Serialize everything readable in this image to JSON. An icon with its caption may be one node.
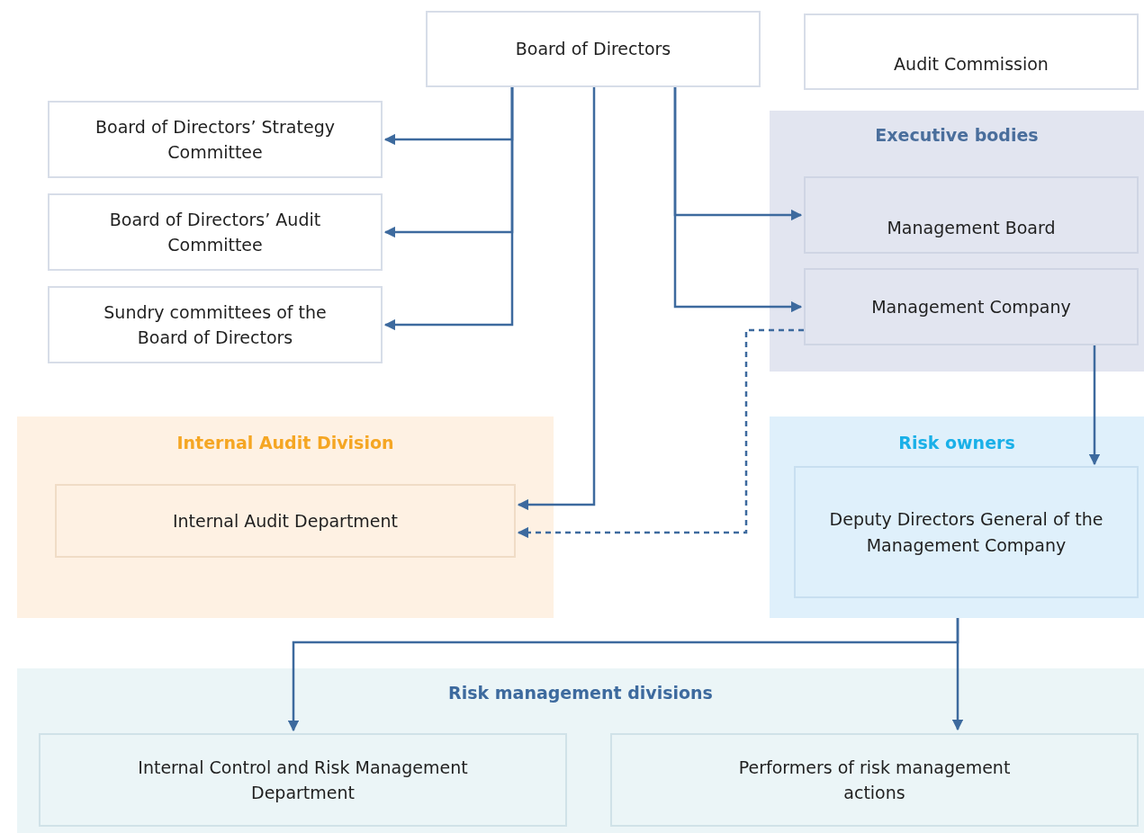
{
  "diagram": {
    "nodes": [
      {
        "text": [
          "Board of Directors"
        ]
      },
      {
        "text": [
          "Audit Commission"
        ]
      },
      {
        "text": [
          "Board of Directors’ Strategy Committee"
        ]
      },
      {
        "text": [
          "Board of Directors’ Audit Committee"
        ]
      },
      {
        "text": [
          "Sundry committees of the Board of Directors"
        ]
      },
      {
        "text": [
          "Executive bodies"
        ]
      },
      {
        "text": [
          "Management Board"
        ],
        "in": 5
      },
      {
        "text": [
          "Management Company"
        ],
        "in": 5
      },
      {
        "text": [
          "Internal Audit Division"
        ]
      },
      {
        "text": [
          "Internal Audit Department"
        ],
        "in": 8
      },
      {
        "text": [
          "Risk owners"
        ]
      },
      {
        "text": [
          "Deputy Directors General of the Management Company"
        ],
        "in": 10
      },
      {
        "text": [
          "Risk management divisions"
        ]
      },
      {
        "text": [
          "Internal Control and Risk Management Department"
        ],
        "in": 12
      },
      {
        "text": [
          "Performers of risk management actions"
        ],
        "in": 12
      }
    ],
    "edges": [
      {
        "from": 0,
        "to": 2,
        "arrow": "to"
      },
      {
        "from": 0,
        "to": 3,
        "arrow": "to"
      },
      {
        "from": 0,
        "to": 4,
        "arrow": "to"
      },
      {
        "from": 0,
        "to": 9,
        "arrow": "to"
      },
      {
        "from": 0,
        "to": 6,
        "arrow": "to"
      },
      {
        "from": 0,
        "to": 7,
        "arrow": "to"
      },
      {
        "from": 7,
        "to": 9,
        "arrow": "to",
        "style": "dashed"
      },
      {
        "from": 7,
        "to": 11,
        "arrow": "to"
      },
      {
        "from": 10,
        "to": 13,
        "arrow": "to"
      },
      {
        "from": 10,
        "to": 14,
        "arrow": "to"
      }
    ]
  }
}
